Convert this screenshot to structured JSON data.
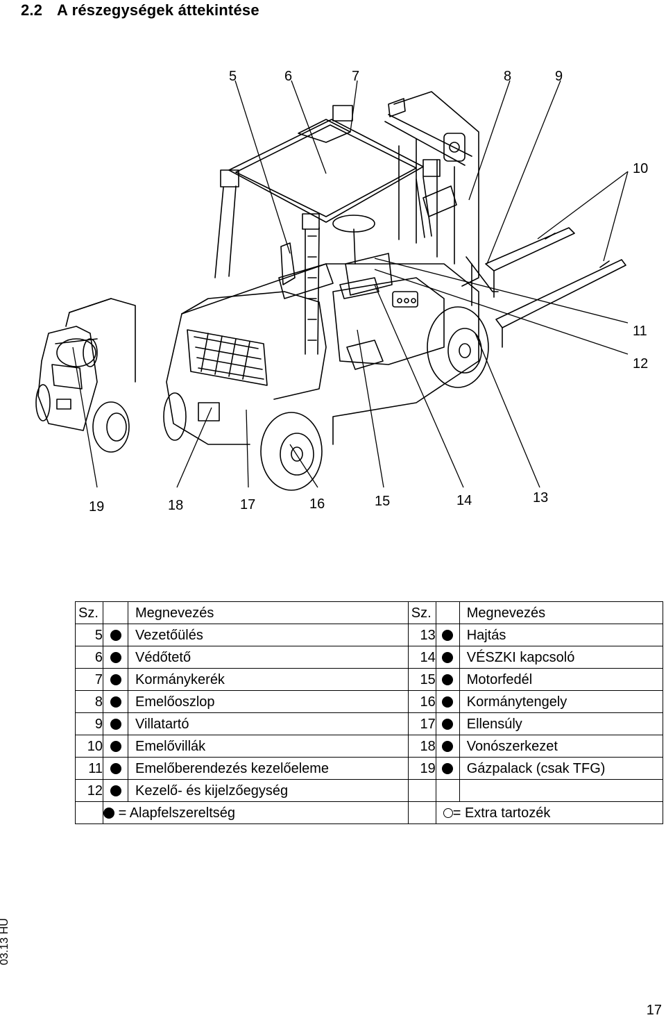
{
  "section": {
    "number": "2.2",
    "title": "A részegységek áttekintése"
  },
  "figure": {
    "callouts": [
      "5",
      "6",
      "7",
      "8",
      "9",
      "10",
      "11",
      "12",
      "13",
      "14",
      "15",
      "16",
      "17",
      "18",
      "19"
    ]
  },
  "table": {
    "headers": {
      "no_left": "Sz.",
      "name_left": "Megnevezés",
      "no_right": "Sz.",
      "name_right": "Megnevezés"
    },
    "rows": [
      {
        "left_no": "5",
        "left_name": "Vezetőülés",
        "right_no": "13",
        "right_name": "Hajtás"
      },
      {
        "left_no": "6",
        "left_name": "Védőtető",
        "right_no": "14",
        "right_name": "VÉSZKI kapcsoló"
      },
      {
        "left_no": "7",
        "left_name": "Kormánykerék",
        "right_no": "15",
        "right_name": "Motorfedél"
      },
      {
        "left_no": "8",
        "left_name": "Emelőoszlop",
        "right_no": "16",
        "right_name": "Kormánytengely"
      },
      {
        "left_no": "9",
        "left_name": "Villatartó",
        "right_no": "17",
        "right_name": "Ellensúly"
      },
      {
        "left_no": "10",
        "left_name": "Emelővillák",
        "right_no": "18",
        "right_name": "Vonószerkezet"
      },
      {
        "left_no": "11",
        "left_name": "Emelőberendezés kezelőeleme",
        "right_no": "19",
        "right_name": "Gázpalack (csak TFG)"
      },
      {
        "left_no": "12",
        "left_name": "Kezelő- és kijelzőegység"
      }
    ],
    "legend": {
      "standard": "= Alapfelszereltség",
      "optional": "= Extra tartozék"
    }
  },
  "footer": {
    "doc_code": "03.13 HU",
    "page": "17"
  }
}
